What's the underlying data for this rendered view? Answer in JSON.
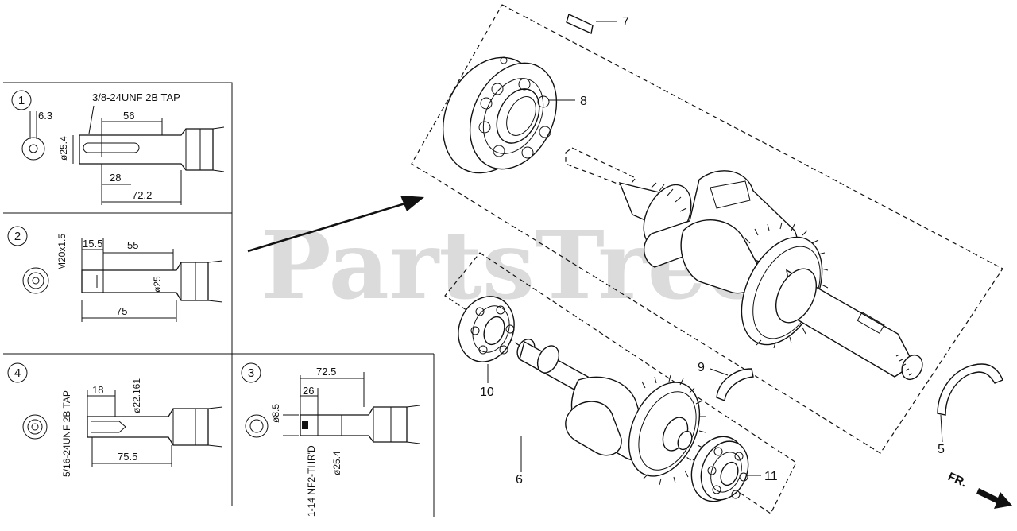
{
  "watermark": {
    "text": "PartsTree",
    "trademark": "™"
  },
  "direction_label": "FR.",
  "callouts": {
    "c5": "5",
    "c6": "6",
    "c7": "7",
    "c8": "8",
    "c9": "9",
    "c10": "10",
    "c11": "11"
  },
  "shaft_variants": [
    {
      "number": "1",
      "thread_note": "3/8-24UNF 2B TAP",
      "dims": {
        "d1": "6.3",
        "d2": "56",
        "d3": "ø25.4",
        "d4": "28",
        "d5": "72.2"
      }
    },
    {
      "number": "2",
      "thread_note": "M20x1.5",
      "dims": {
        "d1": "15.5",
        "d2": "55",
        "d3": "ø25",
        "d4": "75"
      }
    },
    {
      "number": "4",
      "thread_note": "5/16-24UNF 2B TAP",
      "dims": {
        "d1": "18",
        "d2": "ø22.161",
        "d3": "75.5"
      }
    },
    {
      "number": "3",
      "thread_note": "1-14 NF2-THR'D",
      "dims": {
        "d1": "72.5",
        "d2": "ø8.5",
        "d3": "26",
        "d4": "ø25.4"
      }
    }
  ]
}
